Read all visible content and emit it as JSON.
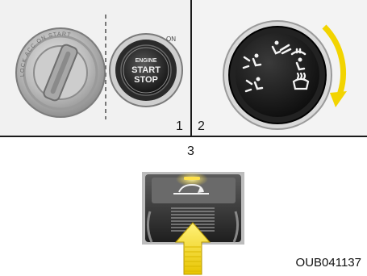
{
  "panels": {
    "ignition": {
      "number": "1",
      "key_cylinder_text": "LOCK ACC ON START",
      "button_on_label": "ON",
      "button_lines": [
        "ENGINE",
        "START",
        "STOP"
      ]
    },
    "mode_knob": {
      "number": "2"
    },
    "recirc_button": {
      "number": "3"
    }
  },
  "figure_code": "OUB041137",
  "colors": {
    "panel_bg": "#f3f3f3",
    "divider": "#1a1a1a",
    "arrow_yellow": "#f2d400",
    "knob_dark": "#1c1c1c",
    "indicator_glow": "#ffdf3a"
  },
  "icons": [
    "key-cylinder-icon",
    "engine-start-stop-button-icon",
    "mode-knob-icon",
    "face-vent-icon",
    "bi-level-icon",
    "floor-vent-icon",
    "defrost-icon",
    "rear-defrost-icon",
    "rotation-arrow-icon",
    "recirculation-icon",
    "press-arrow-icon"
  ]
}
